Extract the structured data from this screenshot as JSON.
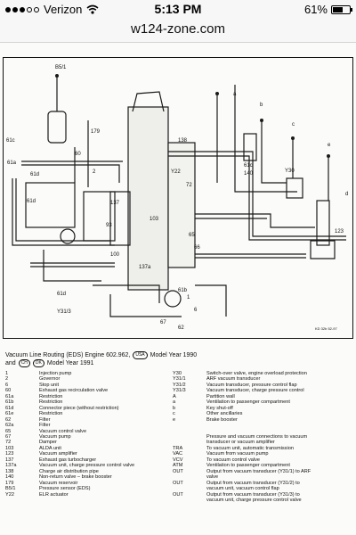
{
  "status_bar": {
    "carrier": "Verizon",
    "signal_dots_filled": 3,
    "signal_dots_total": 5,
    "time": "5:13 PM",
    "battery_percent": "61%",
    "battery_level": 0.61
  },
  "url_bar": {
    "domain": "w124-zone.com"
  },
  "diagram_labels": {
    "l_b51": "B5/1",
    "l_179": "179",
    "l_61c": "61c",
    "l_60": "60",
    "l_61a_a": "61a",
    "l_61d_a": "61d",
    "l_61d_b": "61d",
    "l_2": "2",
    "l_9": "93",
    "l_100": "100",
    "l_137": "137",
    "l_138": "138",
    "l_y22": "Y22",
    "l_72": "72",
    "l_103": "103",
    "l_66": "66",
    "l_65": "65",
    "l_137a": "137a",
    "l_61d_c": "61d",
    "l_y313": "Y31/3",
    "l_62": "62",
    "l_67": "67",
    "l_6": "6",
    "l_1": "1",
    "l_61b": "61b",
    "l_a": "a",
    "l_b": "b",
    "l_c": "c",
    "l_e": "e",
    "l_d": "d",
    "l_y30": "Y30",
    "l_123": "123",
    "l_61c_b": "61c",
    "l_140": "140",
    "l_code": "KD 32b 52-97"
  },
  "caption": {
    "line1_text": "Vacuum Line Routing (EDS) Engine 602.962,",
    "line1_badge": "USA",
    "line1_suffix": "Model Year 1990",
    "line2_prefix": "and",
    "line2_badge1": "CH",
    "line2_badge2": "DK",
    "line2_suffix": "Model Year 1991"
  },
  "legend": [
    {
      "k1": "1",
      "v1": "Injection pump",
      "k2": "Y30",
      "v2": "Switch-over valve, engine overload protection"
    },
    {
      "k1": "2",
      "v1": "Governor",
      "k2": "Y31/1",
      "v2": "ARF vacuum transducer"
    },
    {
      "k1": "6",
      "v1": "Stop unit",
      "k2": "Y31/2",
      "v2": "Vacuum transducer, pressure control flap"
    },
    {
      "k1": "60",
      "v1": "Exhaust gas recirculation valve",
      "k2": "Y31/3",
      "v2": "Vacuum transducer, charge pressure control"
    },
    {
      "k1": "61a",
      "v1": "Restriction",
      "k2": "A",
      "v2": "Partition wall"
    },
    {
      "k1": "61b",
      "v1": "Restriction",
      "k2": "a",
      "v2": "Ventilation to passenger compartment"
    },
    {
      "k1": "61d",
      "v1": "Connector piece (without restriction)",
      "k2": "b",
      "v2": "Key shut-off"
    },
    {
      "k1": "61e",
      "v1": "Restriction",
      "k2": "c",
      "v2": "Other ancillaries"
    },
    {
      "k1": "62",
      "v1": "Filter",
      "k2": "e",
      "v2": "Brake booster"
    },
    {
      "k1": "62a",
      "v1": "Filter",
      "k2": "",
      "v2": ""
    },
    {
      "k1": "65",
      "v1": "Vacuum control valve",
      "k2": "",
      "v2": ""
    },
    {
      "k1": "67",
      "v1": "Vacuum pump",
      "k2": "",
      "v2": "Pressure and vacuum connections to vacuum"
    },
    {
      "k1": "72",
      "v1": "Damper",
      "k2": "",
      "v2": "transducer or vacuum amplifier"
    },
    {
      "k1": "103",
      "v1": "ALDA unit",
      "k2": "TRA",
      "v2": "To vacuum unit, automatic transmission"
    },
    {
      "k1": "123",
      "v1": "Vacuum amplifier",
      "k2": "VAC",
      "v2": "Vacuum from vacuum pump"
    },
    {
      "k1": "137",
      "v1": "Exhaust gas turbocharger",
      "k2": "VCV",
      "v2": "To vacuum control valve"
    },
    {
      "k1": "137a",
      "v1": "Vacuum unit, charge pressure control valve",
      "k2": "ATM",
      "v2": "Ventilation to passenger compartment"
    },
    {
      "k1": "138",
      "v1": "Charge air distribution pipe",
      "k2": "OUT",
      "v2": "Output from vacuum transducer (Y31/1) to ARF"
    },
    {
      "k1": "140",
      "v1": "Non-return valve – brake booster",
      "k2": "",
      "v2": "valve"
    },
    {
      "k1": "179",
      "v1": "Vacuum reservoir",
      "k2": "OUT",
      "v2": "Output from vacuum transducer (Y31/2) to"
    },
    {
      "k1": "B5/1",
      "v1": "Pressure sensor (EDS)",
      "k2": "",
      "v2": "vacuum unit, vacuum control flap"
    },
    {
      "k1": "Y22",
      "v1": "ELR actuator",
      "k2": "OUT",
      "v2": "Output from vacuum transducer (Y31/3) to"
    },
    {
      "k1": "",
      "v1": "",
      "k2": "",
      "v2": "vacuum unit, charge pressure control valve"
    }
  ]
}
